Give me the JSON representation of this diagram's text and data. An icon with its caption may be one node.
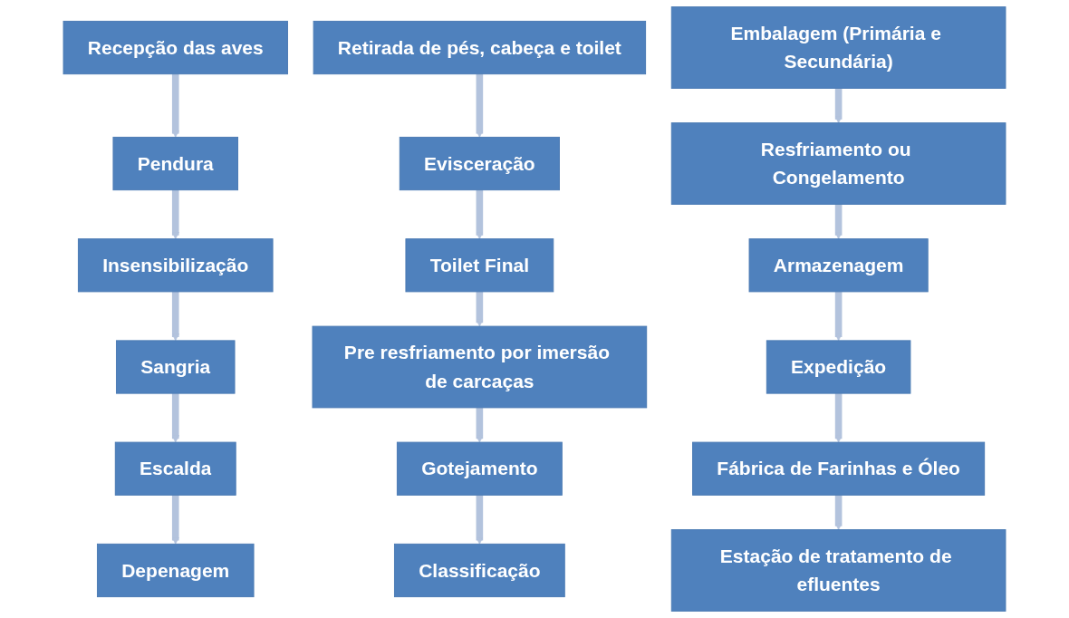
{
  "diagram": {
    "nodes": [
      {
        "text": [
          "Recepção das aves"
        ]
      },
      {
        "text": [
          "Pendura"
        ]
      },
      {
        "text": [
          "Insensibilização"
        ]
      },
      {
        "text": [
          "Sangria"
        ]
      },
      {
        "text": [
          "Escalda"
        ]
      },
      {
        "text": [
          "Depenagem"
        ]
      },
      {
        "text": [
          "Retirada de pés, cabeça e toilet"
        ]
      },
      {
        "text": [
          "Evisceração"
        ]
      },
      {
        "text": [
          "Toilet Final"
        ]
      },
      {
        "text": [
          "Pre resfriamento por imersão de carcaças"
        ]
      },
      {
        "text": [
          "Gotejamento"
        ]
      },
      {
        "text": [
          "Classificação"
        ]
      },
      {
        "text": [
          "Embalagem (Primária e Secundária)"
        ]
      },
      {
        "text": [
          "Resfriamento ou Congelamento"
        ]
      },
      {
        "text": [
          "Armazenagem"
        ]
      },
      {
        "text": [
          "Expedição"
        ]
      },
      {
        "text": [
          "Fábrica de Farinhas e Óleo"
        ]
      },
      {
        "text": [
          "Estação de tratamento de efluentes"
        ]
      }
    ],
    "edges": [
      {
        "from": 0,
        "to": 1,
        "arrow": "to"
      },
      {
        "from": 1,
        "to": 2,
        "arrow": "to"
      },
      {
        "from": 2,
        "to": 3,
        "arrow": "to"
      },
      {
        "from": 3,
        "to": 4,
        "arrow": "to"
      },
      {
        "from": 4,
        "to": 5,
        "arrow": "to"
      },
      {
        "from": 6,
        "to": 7,
        "arrow": "to"
      },
      {
        "from": 7,
        "to": 8,
        "arrow": "to"
      },
      {
        "from": 8,
        "to": 9,
        "arrow": "to"
      },
      {
        "from": 9,
        "to": 10,
        "arrow": "to"
      },
      {
        "from": 10,
        "to": 11,
        "arrow": "to"
      },
      {
        "from": 12,
        "to": 13,
        "arrow": "to"
      },
      {
        "from": 13,
        "to": 14,
        "arrow": "to"
      },
      {
        "from": 14,
        "to": 15,
        "arrow": "to"
      },
      {
        "from": 15,
        "to": 16,
        "arrow": "to"
      },
      {
        "from": 16,
        "to": 17,
        "arrow": "to"
      }
    ]
  }
}
